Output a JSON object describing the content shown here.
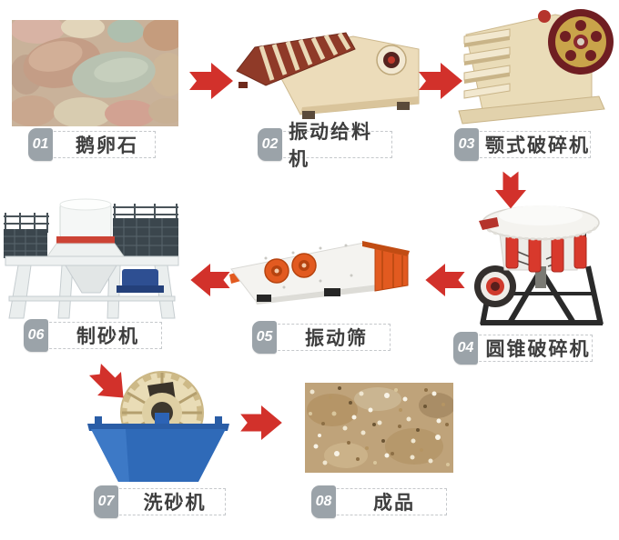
{
  "flow": {
    "title": "sand-production-line-flow",
    "steps": [
      {
        "num": "01",
        "label": "鹅卵石",
        "item": "cobblestone-photo"
      },
      {
        "num": "02",
        "label": "振动给料机",
        "item": "vibrating-feeder"
      },
      {
        "num": "03",
        "label": "颚式破碎机",
        "item": "jaw-crusher"
      },
      {
        "num": "04",
        "label": "圆锥破碎机",
        "item": "cone-crusher"
      },
      {
        "num": "05",
        "label": "振动筛",
        "item": "vibrating-screen"
      },
      {
        "num": "06",
        "label": "制砂机",
        "item": "sand-making-machine"
      },
      {
        "num": "07",
        "label": "洗砂机",
        "item": "sand-washer"
      },
      {
        "num": "08",
        "label": "成品",
        "item": "finished-sand-photo"
      }
    ],
    "arrows": [
      {
        "from": "鹅卵石",
        "to": "振动给料机",
        "dir": "right"
      },
      {
        "from": "振动给料机",
        "to": "颚式破碎机",
        "dir": "right"
      },
      {
        "from": "颚式破碎机",
        "to": "圆锥破碎机",
        "dir": "down"
      },
      {
        "from": "圆锥破碎机",
        "to": "振动筛",
        "dir": "left"
      },
      {
        "from": "振动筛",
        "to": "制砂机",
        "dir": "left"
      },
      {
        "from": "制砂机",
        "to": "洗砂机",
        "dir": "down-right"
      },
      {
        "from": "洗砂机",
        "to": "成品",
        "dir": "right"
      }
    ],
    "colors": {
      "arrow": "#d2312b",
      "badge": "#9ba3a9",
      "label_text": "#3e3e3e",
      "dashed_border": "#c5c8cb"
    }
  }
}
